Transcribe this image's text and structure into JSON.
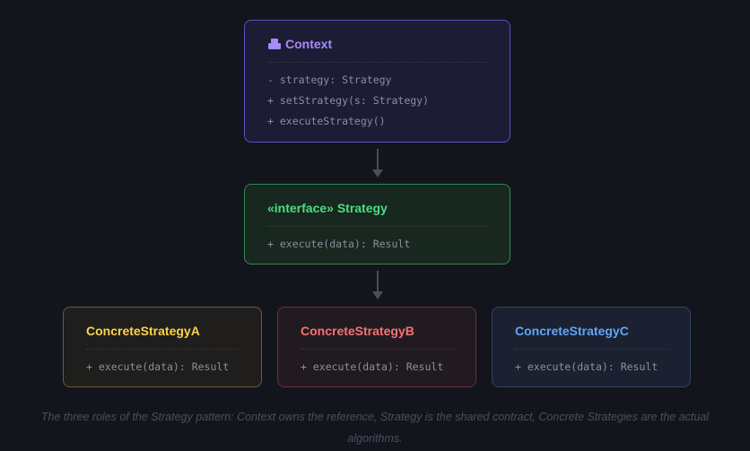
{
  "context": {
    "title": "Context",
    "icon": "printer-icon",
    "members": [
      "- strategy: Strategy",
      "+ setStrategy(s: Strategy)",
      "+ executeStrategy()"
    ],
    "color": "#a78bfa"
  },
  "strategy": {
    "title": "«interface» Strategy",
    "members": [
      "+ execute(data): Result"
    ],
    "color": "#4ade80"
  },
  "concrete": [
    {
      "title": "ConcreteStrategyA",
      "members": [
        "+ execute(data): Result"
      ],
      "color": "#fcd34d"
    },
    {
      "title": "ConcreteStrategyB",
      "members": [
        "+ execute(data): Result"
      ],
      "color": "#f87171"
    },
    {
      "title": "ConcreteStrategyC",
      "members": [
        "+ execute(data): Result"
      ],
      "color": "#60a5fa"
    }
  ],
  "caption": "The three roles of the Strategy pattern: Context owns the reference, Strategy is the shared contract, Concrete Strategies are the actual algorithms."
}
